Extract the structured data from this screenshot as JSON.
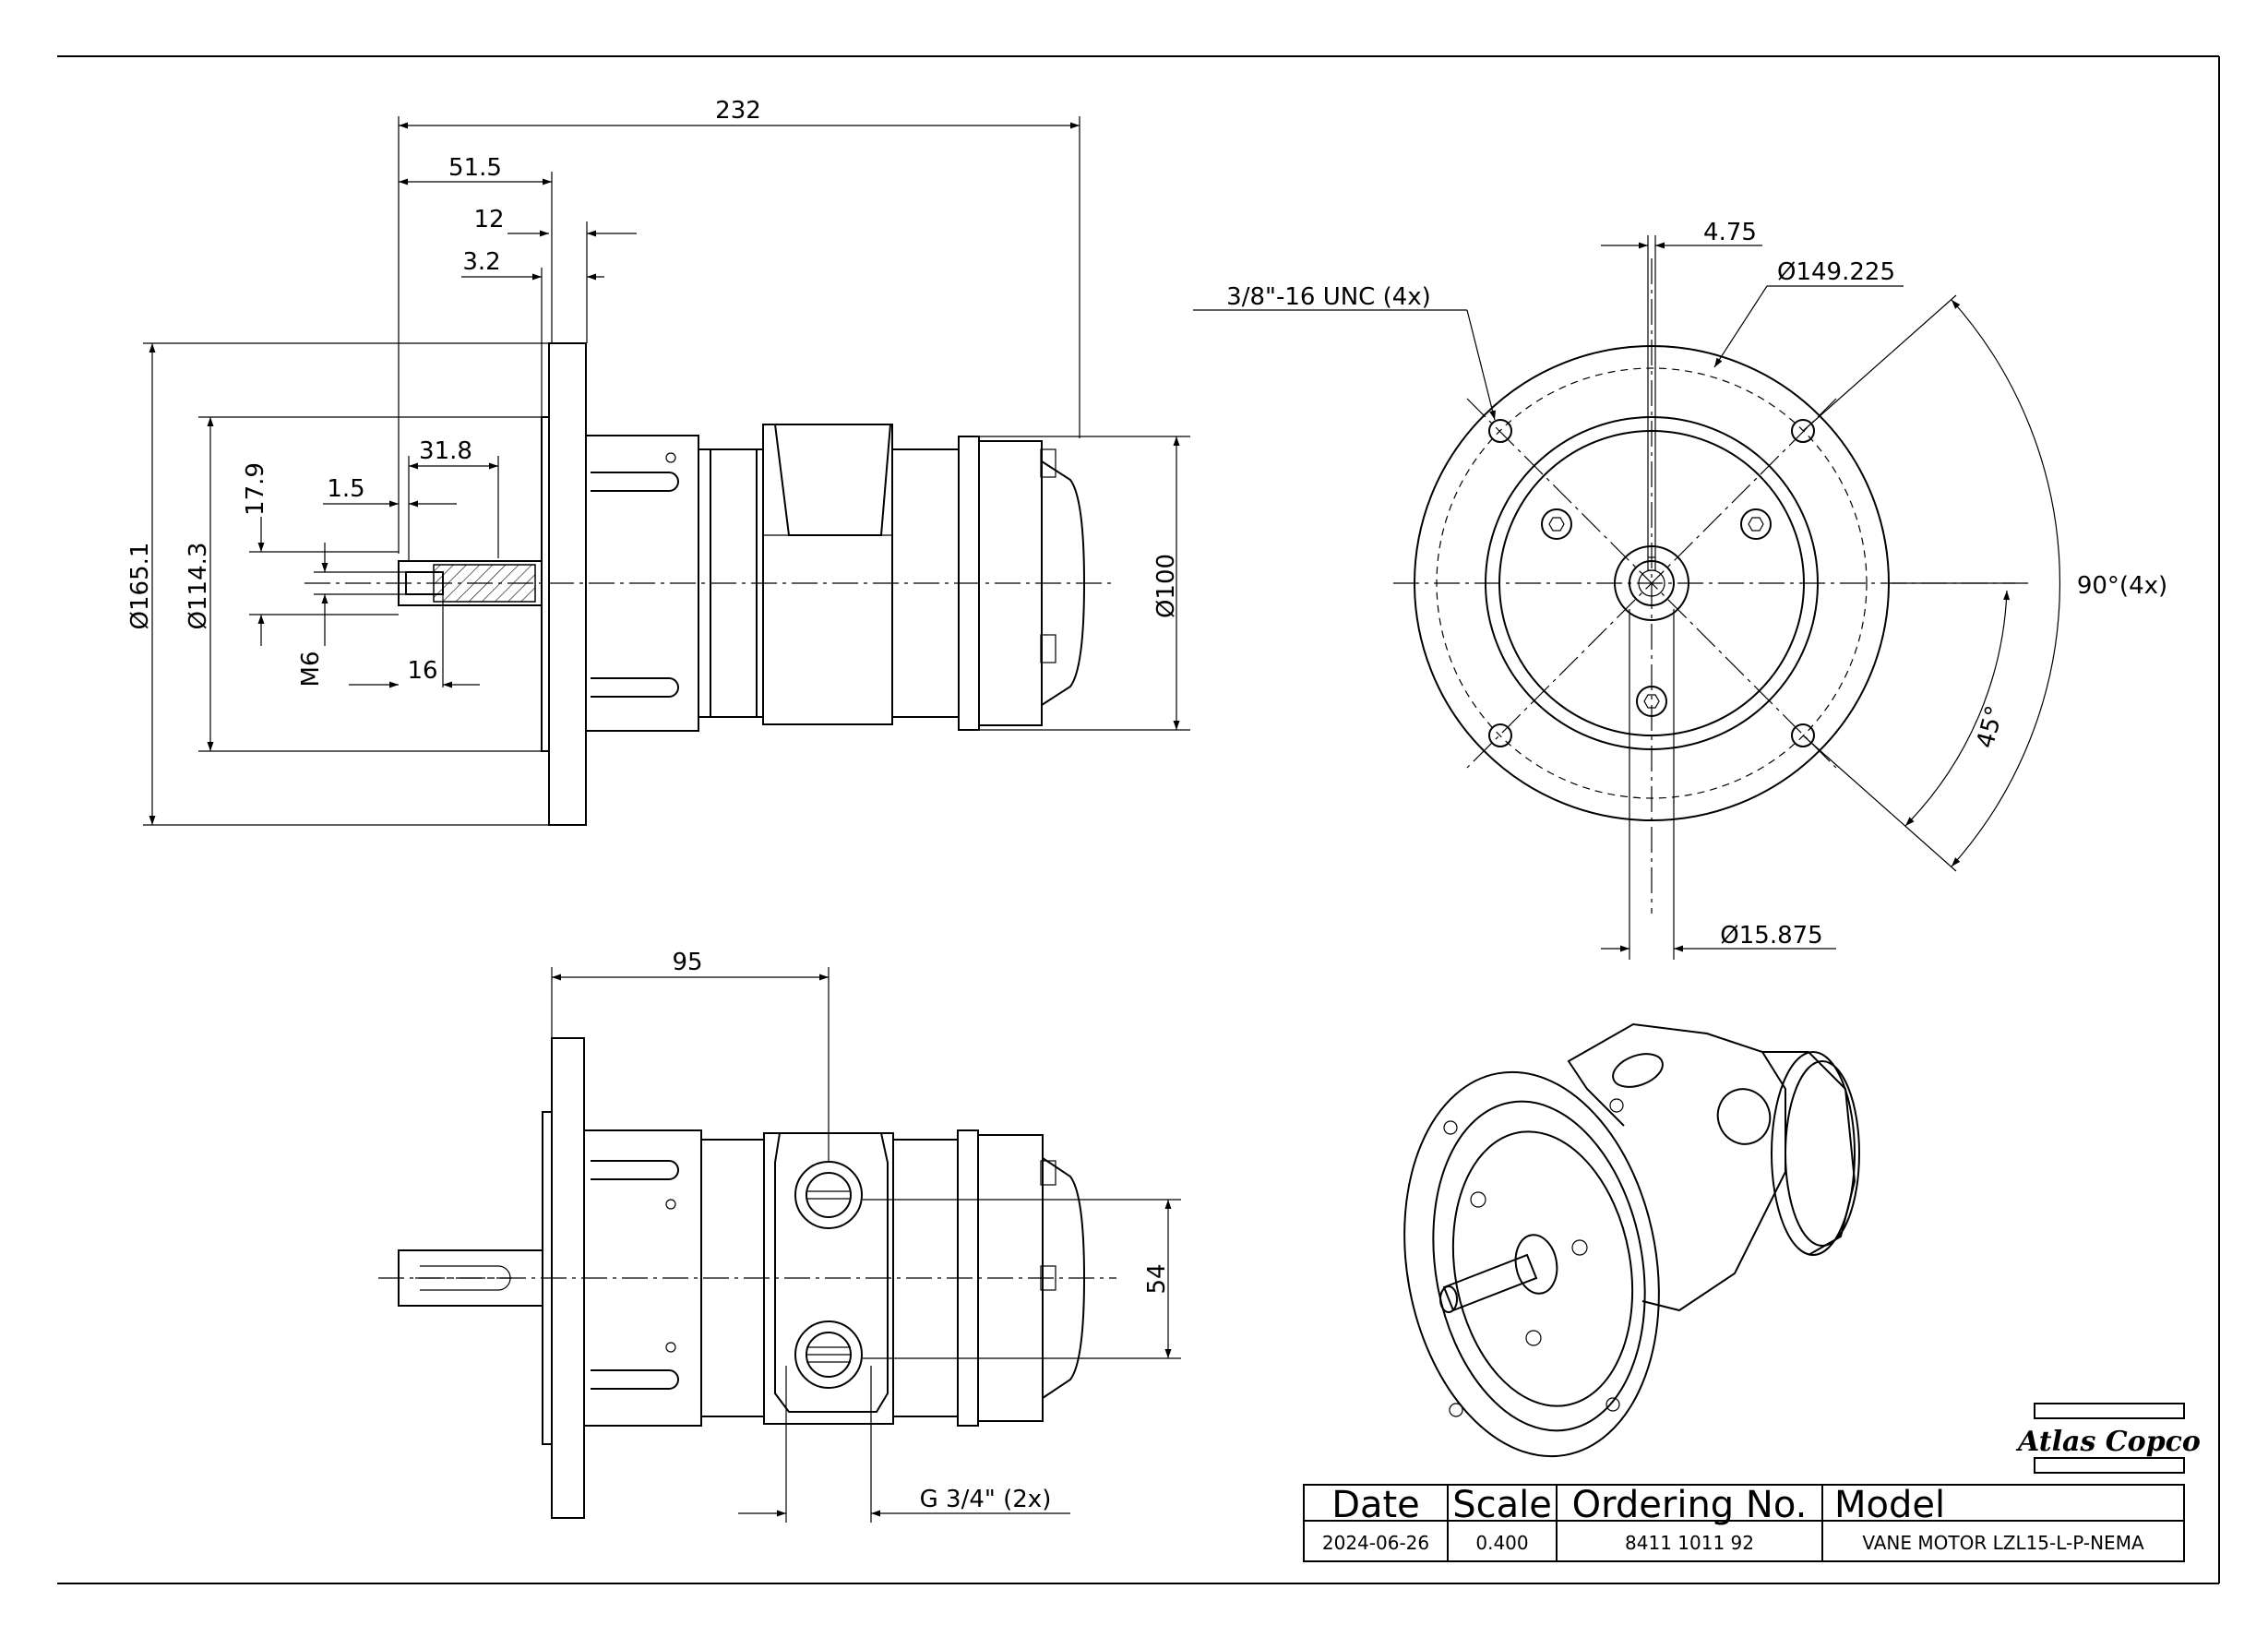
{
  "views": {
    "side_top": {
      "dims": {
        "overall_length": "232",
        "flange_to_shaft": "51.5",
        "flange_thickness": "12",
        "pilot": "3.2",
        "key_length": "31.8",
        "key_offset": "1.5",
        "shaft_key_height": "17.9",
        "thread": "M6",
        "thread_depth": "16",
        "flange_dia": "Ø165.1",
        "pilot_dia": "Ø114.3",
        "body_dia": "Ø100"
      }
    },
    "front": {
      "dims": {
        "key_width": "4.75",
        "bolt_circle": "Ø149.225",
        "thread_holes": "3/8\"-16 UNC (4x)",
        "angle_spacing": "90°(4x)",
        "angle_offset": "45°",
        "shaft_dia": "Ø15.875"
      }
    },
    "side_bottom": {
      "dims": {
        "port_position": "95",
        "port_spacing": "54",
        "ports": "G 3/4\" (2x)"
      }
    }
  },
  "brand": {
    "logo": "Atlas Copco"
  },
  "title_block": {
    "headers": [
      "Date",
      "Scale",
      "Ordering No.",
      "Model"
    ],
    "values": [
      "2024-06-26",
      "0.400",
      "8411 1011 92",
      "VANE MOTOR LZL15-L-P-NEMA"
    ]
  }
}
